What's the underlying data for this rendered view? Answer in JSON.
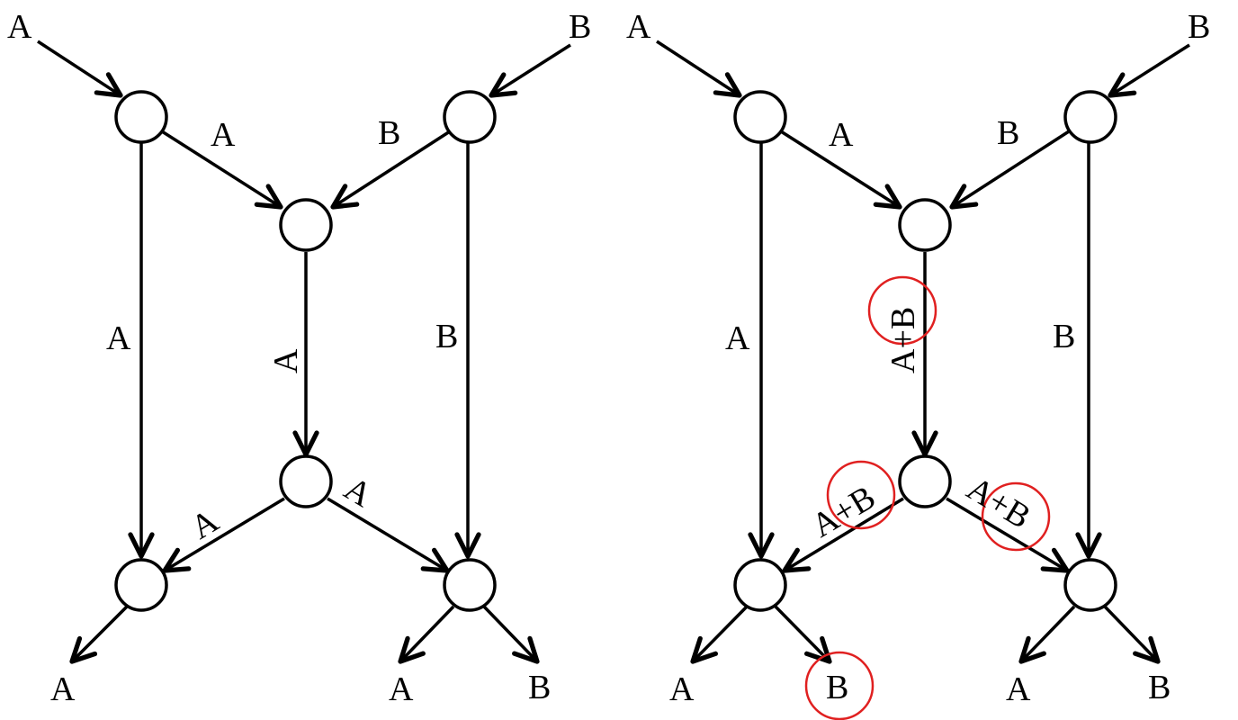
{
  "colors": {
    "ink": "#000000",
    "highlight": "#e02020",
    "background": "#ffffff"
  },
  "left": {
    "inputs": {
      "a": "A",
      "b": "B"
    },
    "edges": {
      "a_to_merge": "A",
      "b_to_merge": "B",
      "a_down": "A",
      "b_down": "B",
      "merge_to_split": "A",
      "split_to_left": "A",
      "split_to_right": "A"
    },
    "outputs": {
      "left": "A",
      "right_a": "A",
      "right_b": "B"
    }
  },
  "right": {
    "inputs": {
      "a": "A",
      "b": "B"
    },
    "edges": {
      "a_to_merge": "A",
      "b_to_merge": "B",
      "a_down": "A",
      "b_down": "B",
      "merge_to_split": "A+B",
      "split_to_left": "A+B",
      "split_to_right": "A+B"
    },
    "outputs": {
      "left_a": "A",
      "left_b": "B",
      "right_a": "A",
      "right_b": "B"
    }
  }
}
